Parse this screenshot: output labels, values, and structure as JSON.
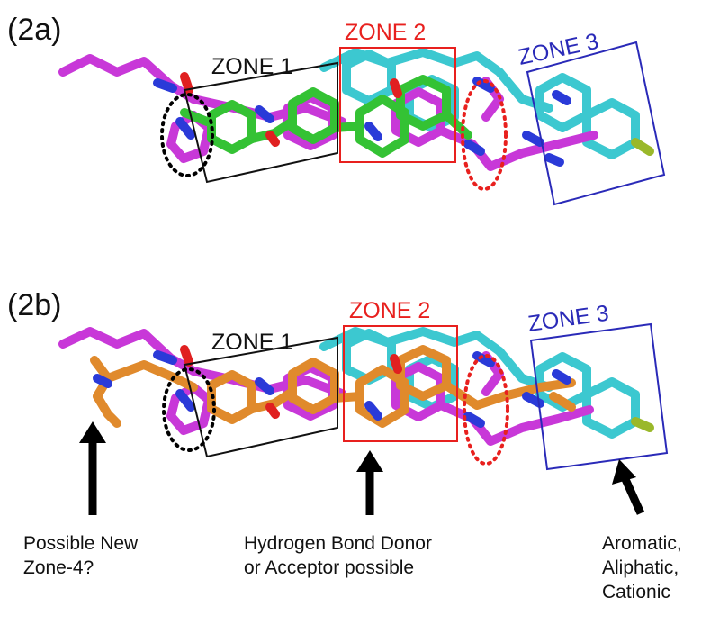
{
  "panels": [
    {
      "label": "(2a)",
      "zones": {
        "zone1": "ZONE 1",
        "zone2": "ZONE 2",
        "zone3": "ZONE 3"
      }
    },
    {
      "label": "(2b)",
      "zones": {
        "zone1": "ZONE 1",
        "zone2": "ZONE 2",
        "zone3": "ZONE 3"
      }
    }
  ],
  "annotations": [
    {
      "lines": [
        "Possible New",
        "Zone-4?"
      ]
    },
    {
      "lines": [
        "Hydrogen Bond Donor",
        "or Acceptor possible"
      ]
    },
    {
      "lines": [
        "Aromatic,",
        "Aliphatic,",
        "Cationic"
      ]
    }
  ],
  "colors": {
    "zone1_box": "#111111",
    "zone2_box": "#e8201e",
    "zone3_box": "#2a2ab8",
    "magenta_ligand": "#c838d8",
    "cyan_ligand": "#3cc8d0",
    "green_ligand": "#34c234",
    "orange_ligand": "#e08a2c",
    "nitrogen": "#2a3ad8",
    "oxygen": "#e02020",
    "halogen": "#9ab82a"
  }
}
